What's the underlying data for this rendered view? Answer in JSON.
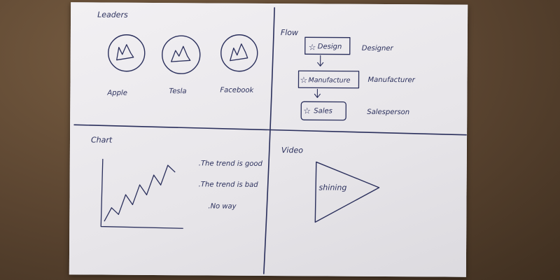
{
  "leaders": {
    "title": "Leaders",
    "items": [
      {
        "label": "Apple",
        "icon": "mountain-chart-icon"
      },
      {
        "label": "Tesla",
        "icon": "mountain-chart-icon"
      },
      {
        "label": "Facebook",
        "icon": "mountain-chart-icon"
      }
    ]
  },
  "flow": {
    "title": "Flow",
    "steps": [
      {
        "box": "Design",
        "role": "Designer",
        "icon": "star-icon"
      },
      {
        "box": "Manufacture",
        "role": "Manufacturer",
        "icon": "star-icon"
      },
      {
        "box": "Sales",
        "role": "Salesperson",
        "icon": "star-icon"
      }
    ]
  },
  "chart": {
    "title": "Chart",
    "bullets": [
      ".The trend is good",
      ".The trend is bad",
      ".No way"
    ]
  },
  "chart_data": {
    "type": "line",
    "title": "",
    "xlabel": "",
    "ylabel": "",
    "series": [
      {
        "values": [
          1,
          3,
          2,
          5,
          3.5,
          6.5,
          5,
          8,
          6.5,
          9.5,
          8.5
        ]
      }
    ],
    "grid": false
  },
  "video": {
    "title": "Video",
    "play_label": "shining",
    "icon": "play-triangle-icon"
  },
  "ink_color": "#2a2f5c",
  "paper_color": "#ebe9ec"
}
